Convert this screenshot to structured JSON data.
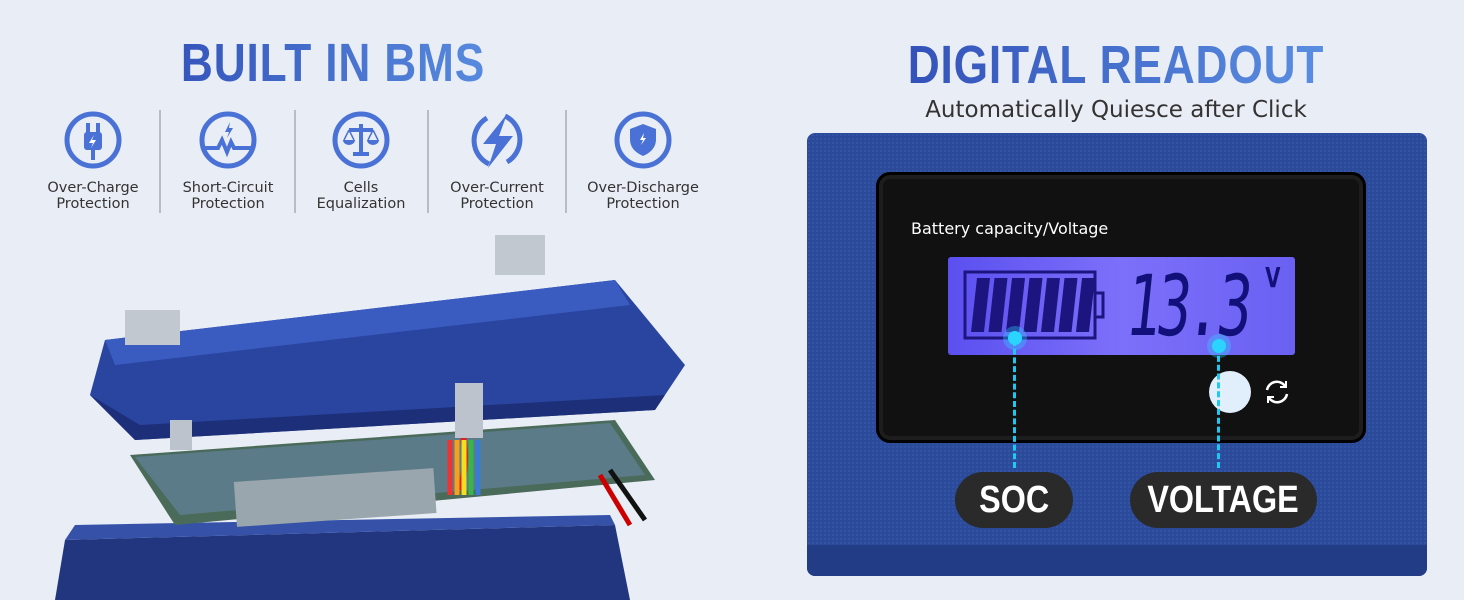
{
  "left": {
    "title": "BUILT IN BMS",
    "features": [
      {
        "icon": "plug-icon",
        "line1": "Over-Charge",
        "line2": "Protection"
      },
      {
        "icon": "short-circuit-icon",
        "line1": "Short-Circuit",
        "line2": "Protection"
      },
      {
        "icon": "scale-icon",
        "line1": "Cells",
        "line2": "Equalization"
      },
      {
        "icon": "lightning-icon",
        "line1": "Over-Current",
        "line2": "Protection"
      },
      {
        "icon": "shield-icon",
        "line1": "Over-Discharge",
        "line2": "Protection"
      }
    ]
  },
  "right": {
    "title": "DIGITAL READOUT",
    "subtitle": "Automatically Quiesce after Click",
    "display_label": "Battery capacity/Voltage",
    "voltage": "13.3",
    "unit": "V",
    "soc_bars": 7,
    "soc_label": "SOC",
    "voltage_label": "VOLTAGE"
  },
  "colors": {
    "accent": "#3f62c8",
    "panel": "#2c4a9a",
    "lcd": "#6a60f2",
    "callout": "#1ec8f0"
  }
}
